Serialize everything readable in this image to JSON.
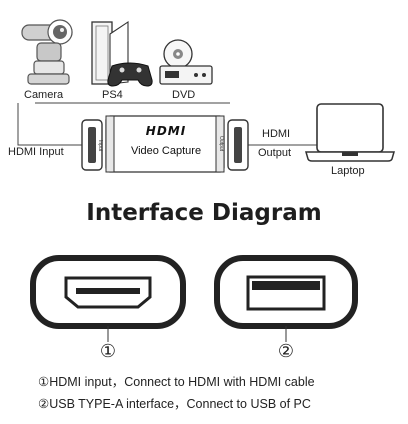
{
  "devices": {
    "camera": "Camera",
    "ps4": "PS4",
    "dvd": "DVD",
    "laptop": "Laptop"
  },
  "capture_box": {
    "logo": "HDMI",
    "label": "Video Capture",
    "input_tag": "Input",
    "output_tag": "Output"
  },
  "connections": {
    "hdmi_input": "HDMI Input",
    "hdmi_output_line1": "HDMI",
    "hdmi_output_line2": "Output"
  },
  "title": "Interface Diagram",
  "ports": [
    {
      "number": "①",
      "description": "①HDMI input，Connect to HDMI with HDMI cable"
    },
    {
      "number": "②",
      "description": "②USB TYPE-A interface，Connect to USB of PC"
    }
  ]
}
